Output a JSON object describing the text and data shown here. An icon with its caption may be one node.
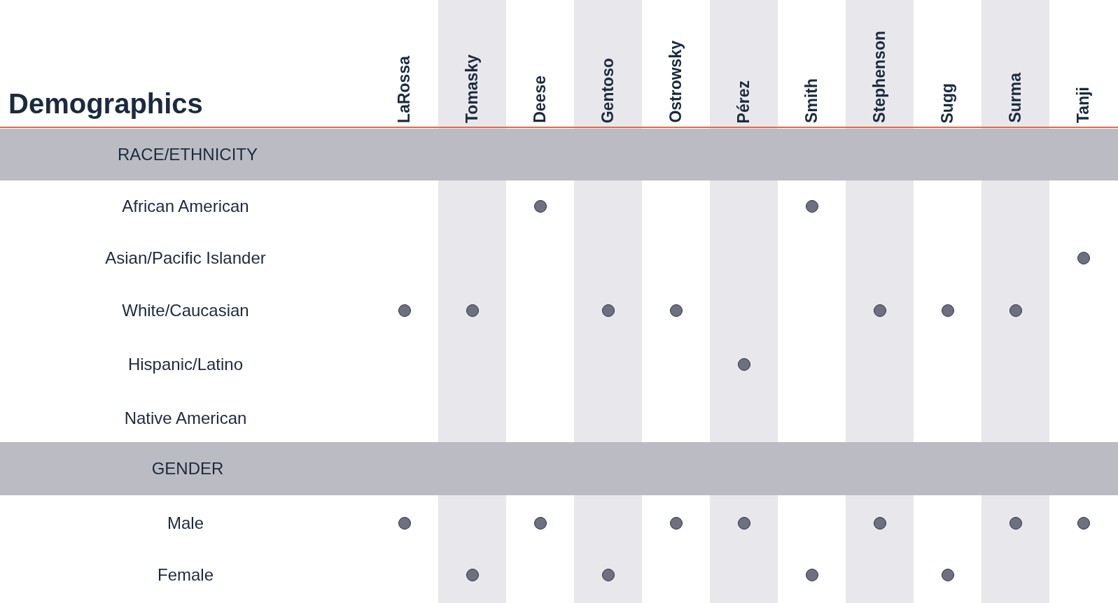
{
  "diagram": {
    "title": "Demographics",
    "labels": [
      "LaRossa",
      "Tomasky",
      "Deese",
      "Gentoso",
      "Ostrowsky",
      "Pérez",
      "Smith",
      "Stephenson",
      "Sugg",
      "Surma",
      "Tanji",
      "RACE/ETHNICITY",
      "African American",
      "Asian/Pacific Islander",
      "White/Caucasian",
      "Hispanic/Latino",
      "Native American",
      "GENDER",
      "Male",
      "Female"
    ],
    "nodes": [
      {
        "text": [],
        "shape": "circle"
      },
      {
        "text": [],
        "shape": "circle"
      },
      {
        "text": [],
        "shape": "circle"
      },
      {
        "text": [],
        "shape": "circle"
      },
      {
        "text": [],
        "shape": "circle"
      },
      {
        "text": [],
        "shape": "circle"
      },
      {
        "text": [],
        "shape": "circle"
      },
      {
        "text": [],
        "shape": "circle"
      },
      {
        "text": [],
        "shape": "circle"
      },
      {
        "text": [],
        "shape": "circle"
      },
      {
        "text": [],
        "shape": "circle"
      },
      {
        "text": [],
        "shape": "circle"
      },
      {
        "text": [],
        "shape": "circle"
      },
      {
        "text": [],
        "shape": "circle"
      },
      {
        "text": [],
        "shape": "circle"
      },
      {
        "text": [],
        "shape": "circle"
      },
      {
        "text": [],
        "shape": "circle"
      },
      {
        "text": [],
        "shape": "circle"
      },
      {
        "text": [],
        "shape": "circle"
      },
      {
        "text": [],
        "shape": "circle"
      },
      {
        "text": [],
        "shape": "circle"
      },
      {
        "text": [],
        "shape": "circle"
      }
    ]
  }
}
